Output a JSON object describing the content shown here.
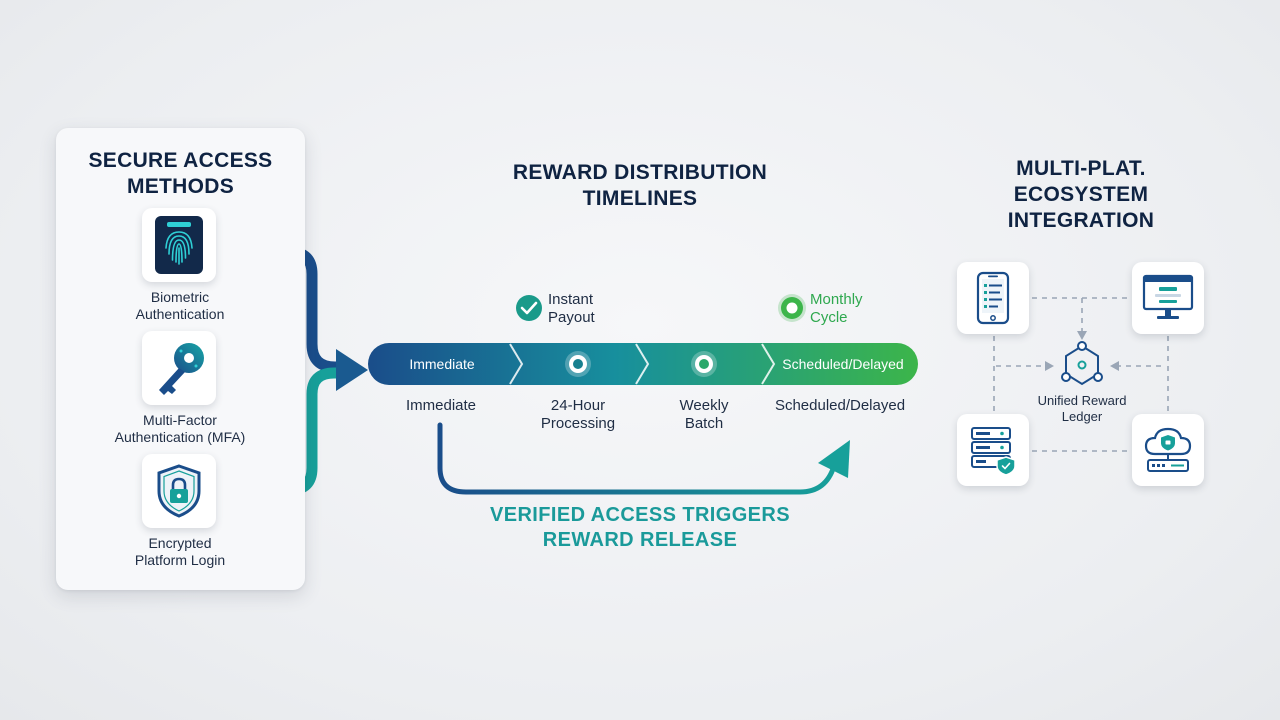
{
  "access_panel": {
    "title": "SECURE ACCESS\nMETHODS",
    "methods": [
      {
        "label": "Biometric\nAuthentication",
        "icon": "fingerprint-icon"
      },
      {
        "label": "Multi-Factor\nAuthentication (MFA)",
        "icon": "key-icon"
      },
      {
        "label": "Encrypted\nPlatform Login",
        "icon": "shield-lock-icon"
      }
    ]
  },
  "timeline": {
    "title": "REWARD DISTRIBUTION\nTIMELINES",
    "stages": [
      {
        "bar_text": "Immediate",
        "label": "Immediate"
      },
      {
        "bar_text": "",
        "label": "24-Hour\nProcessing"
      },
      {
        "bar_text": "",
        "label": "Weekly\nBatch"
      },
      {
        "bar_text": "Scheduled/Delayed",
        "label": "Scheduled/Delayed"
      }
    ],
    "milestones": [
      {
        "label": "Instant\nPayout",
        "color": "#1a9a8a",
        "icon": "check-circle-icon"
      },
      {
        "label": "Monthly\nCycle",
        "color": "#2fa84f",
        "icon": "dot-circle-icon"
      }
    ],
    "trigger_text": "VERIFIED ACCESS TRIGGERS\nREWARD RELEASE"
  },
  "ecosystem": {
    "title": "MULTI-PLAT.\nECOSYSTEM\nINTEGRATION",
    "ledger_label": "Unified Reward\nLedger",
    "nodes": [
      {
        "icon": "mobile-app-icon"
      },
      {
        "icon": "desktop-monitor-icon"
      },
      {
        "icon": "server-rack-icon"
      },
      {
        "icon": "cloud-server-icon"
      }
    ]
  },
  "colors": {
    "navy": "#1a4d8a",
    "teal": "#17a09a",
    "green": "#3cb54a",
    "heading": "#0f2342"
  }
}
